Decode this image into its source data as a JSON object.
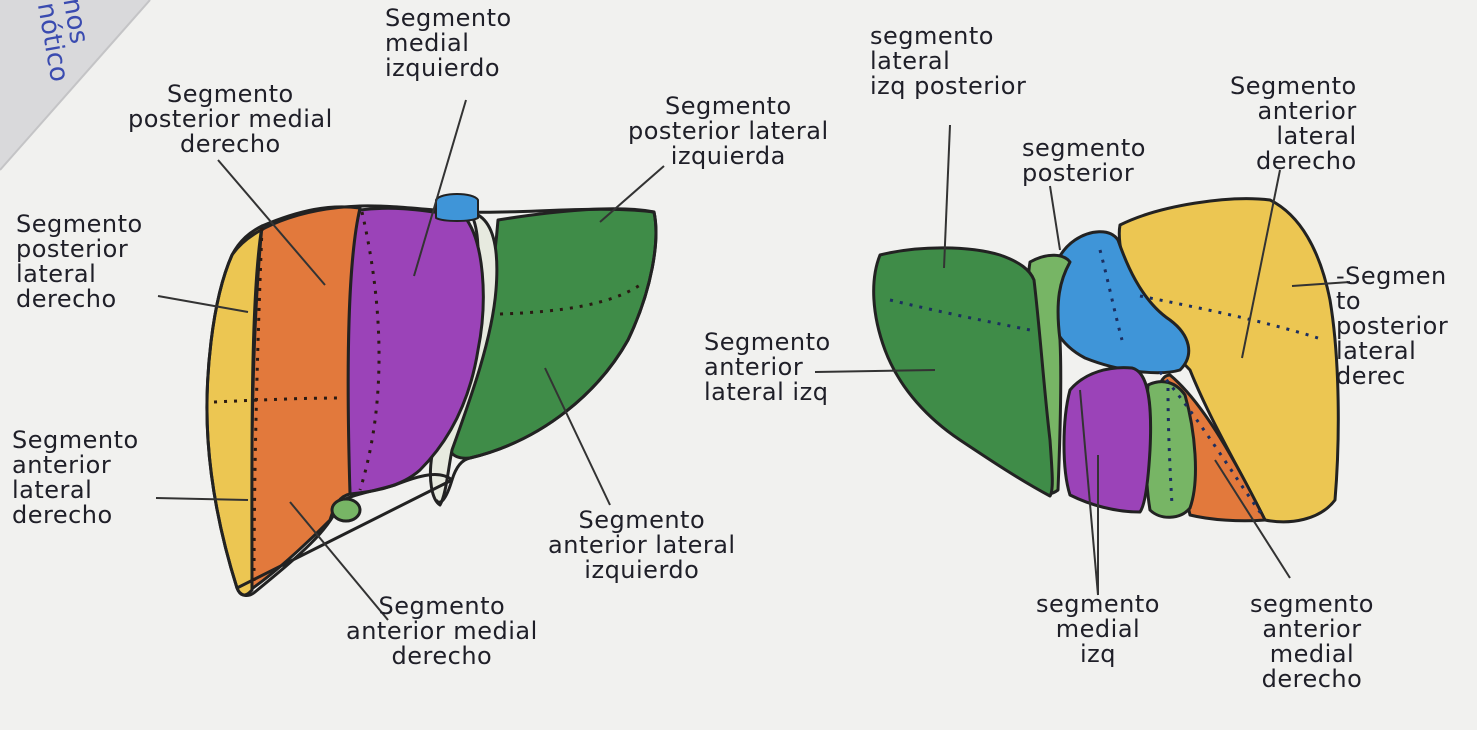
{
  "colors": {
    "paper": "#f1f1ef",
    "ink": "#1f1f28",
    "yellow": "#ecc652",
    "orange": "#e2793c",
    "purple": "#9b43b8",
    "green_dark": "#3f8c48",
    "green_light": "#77b565",
    "blue": "#3f95d8",
    "corner_ink": "#3a4bb0"
  },
  "corner_note": "nos\nnótico",
  "left_view": {
    "segmento_medial_izquierdo": "Segmento\nmedial\nizquierdo",
    "segmento_posterior_medial_derecho": "Segmento\nposterior medial\nderecho",
    "segmento_posterior_lateral_izquierda": "Segmento\nposterior lateral\nizquierda",
    "segmento_posterior_lateral_derecho": "Segmento\nposterior\nlateral\nderecho",
    "segmento_anterior_lateral_derecho": "Segmento\nanterior\nlateral\nderecho",
    "segmento_anterior_lateral_izquierdo": "Segmento\nanterior lateral\nizquierdo",
    "segmento_anterior_medial_derecho": "Segmento\nanterior medial\nderecho"
  },
  "right_view": {
    "segmento_lateral_izq_posterior": "segmento\nlateral\nizq posterior",
    "segmento_posterior": "segmento\nposterior",
    "segmento_anterior_lateral_derecho": "Segmento\nanterior\nlateral\nderecho",
    "segmento_posterior_lateral_derecho": "-Segmen\nto\nposterior\nlateral\nderec",
    "segmento_anterior_lateral_izq": "Segmento\nanterior\nlateral izq",
    "segmento_medial_izq": "segmento\nmedial\nizq",
    "segmento_anterior_medial_derecho": "segmento\nanterior\nmedial\nderecho"
  }
}
